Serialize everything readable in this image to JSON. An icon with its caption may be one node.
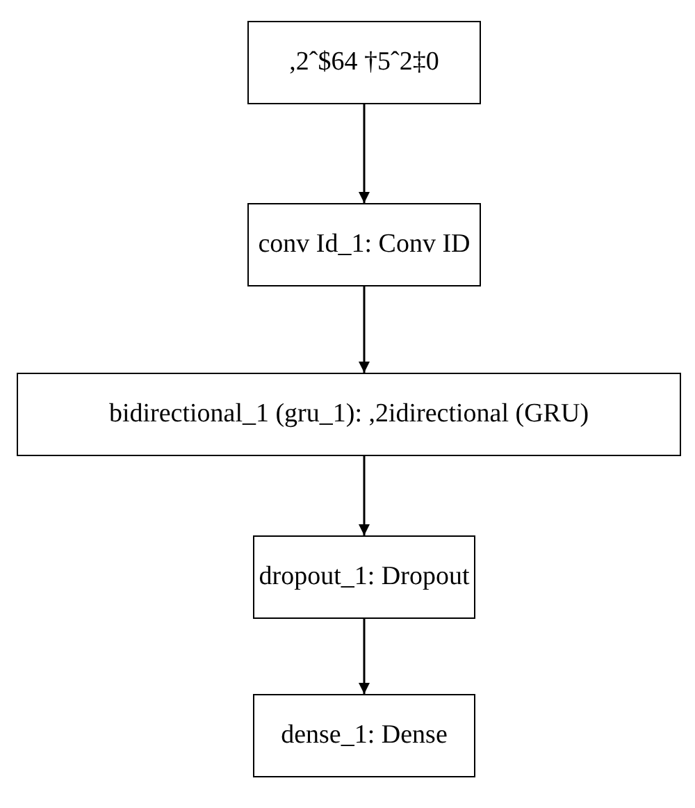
{
  "diagram": {
    "nodes": [
      {
        "text": [
          ",2ˆ$64 †5ˆ2‡0"
        ]
      },
      {
        "text": [
          "conv Id_1: Conv ID"
        ]
      },
      {
        "text": [
          "bidirectional_1 (gru_1): ,2idirectional (GRU)"
        ]
      },
      {
        "text": [
          "dropout_1: Dropout"
        ]
      },
      {
        "text": [
          "dense_1: Dense"
        ]
      }
    ],
    "edges": [
      {
        "from": 0,
        "to": 1,
        "arrow": "to"
      },
      {
        "from": 1,
        "to": 2,
        "arrow": "to"
      },
      {
        "from": 2,
        "to": 3,
        "arrow": "to"
      },
      {
        "from": 3,
        "to": 4,
        "arrow": "to"
      }
    ]
  }
}
